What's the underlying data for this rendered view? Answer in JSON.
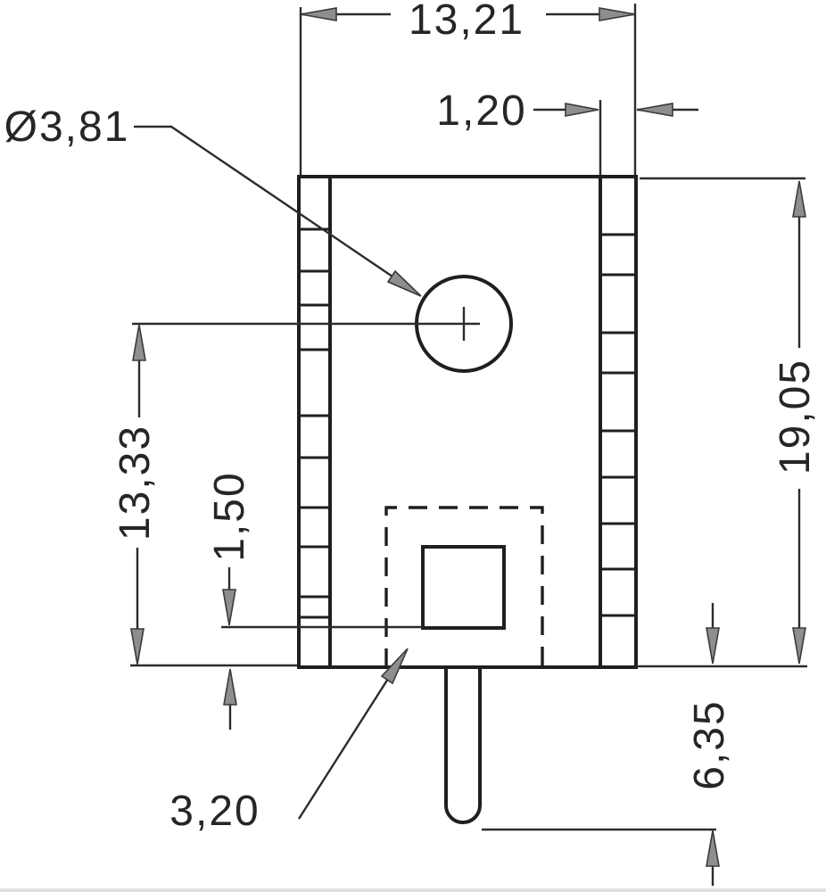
{
  "drawing": {
    "kind": "technical-dimension-drawing",
    "units": "mm",
    "decimal_separator": ",",
    "dimensions": {
      "overall_width": "13,21",
      "fin_thickness": "1,20",
      "hole_diameter": "Ø3,81",
      "overall_height": "19,05",
      "hole_center_from_bottom": "13,33",
      "pad_bottom_offset": "1,50",
      "pad_size": "3,20",
      "pin_length": "6,35"
    }
  }
}
